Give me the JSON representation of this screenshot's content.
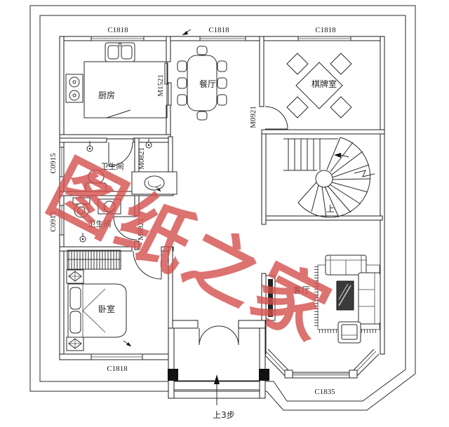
{
  "watermark": {
    "text": "图纸之家",
    "color": "#d4514e"
  },
  "rooms": {
    "kitchen": "厨房",
    "dining": "餐厅",
    "chess": "棋牌室",
    "bath_upper": "卫生间",
    "bath_lower": "卫生间",
    "bedroom": "卧室",
    "living": "客厅"
  },
  "windows": {
    "top_left": "C1818",
    "top_middle": "C1818",
    "top_right": "C1818",
    "left_upper": "C0915",
    "left_lower": "C0915",
    "bottom_left": "C1818",
    "bay": "C1835"
  },
  "doors": {
    "kitchen_sliding": "M1521",
    "chess": "M0921",
    "bath_upper": "M0821",
    "bath_lower": "M0821"
  },
  "stairs": {
    "up_label": "上",
    "entry_steps": "上3步"
  }
}
